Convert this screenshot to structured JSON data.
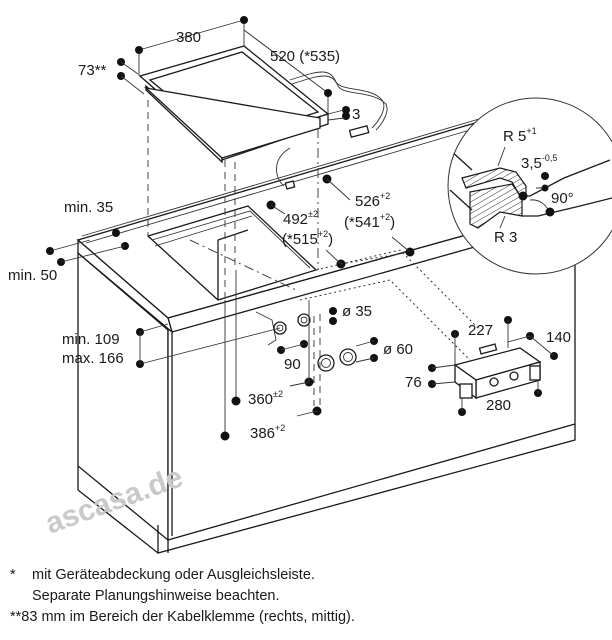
{
  "diagram": {
    "title": "Einbauzeichnung Kochfeld",
    "dimensions": {
      "width_380": "380",
      "depth_520": "520 (*535)",
      "height_73": "73**",
      "rim_3": "3",
      "cutout_492": "492",
      "cutout_492_tol": "±2",
      "cutout_515": "(*515",
      "cutout_515_tol": "+2",
      "cutout_526": "526",
      "cutout_526_tol": "+2",
      "cutout_541": "(*541",
      "cutout_541_tol": "+2",
      "min_35": "min. 35",
      "min_50": "min. 50",
      "min_109": "min. 109",
      "max_166": "max. 166",
      "dia_35": "ø 35",
      "dia_60": "ø 60",
      "dist_90": "90",
      "dist_360": "360",
      "dist_360_tol": "±2",
      "dist_386": "386",
      "dist_386_tol": "+2",
      "box_227": "227",
      "box_140": "140",
      "box_76": "76",
      "box_280": "280"
    },
    "detail": {
      "radius_5": "R 5",
      "radius_5_tol": "+1",
      "depth_3_5": "3,5",
      "depth_3_5_tol": "-0,5",
      "angle_90": "90°",
      "radius_3": "R 3"
    },
    "watermark": "ascasa.de"
  },
  "footnotes": [
    {
      "marker": "*",
      "text": "mit Geräteabdeckung oder Ausgleichsleiste."
    },
    {
      "marker": "",
      "text": "Separate Planungshinweise beachten."
    },
    {
      "marker": "**",
      "text": "83 mm im Bereich der Kabelklemme (rechts, mittig)."
    }
  ],
  "colors": {
    "ink": "#1a1a1a",
    "watermark": "#c9c9c9",
    "background": "#ffffff"
  }
}
